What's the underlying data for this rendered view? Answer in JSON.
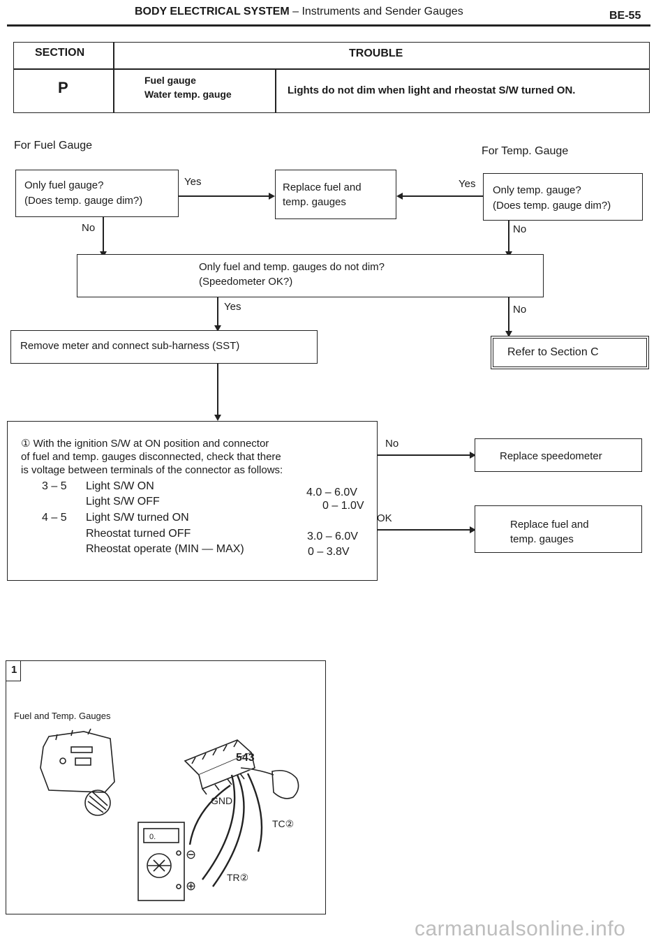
{
  "header": {
    "title_bold": "BODY ELECTRICAL SYSTEM",
    "title_rest": " – Instruments and Sender Gauges",
    "page_code": "BE-55"
  },
  "trouble_table": {
    "section_header": "SECTION",
    "trouble_header": "TROUBLE",
    "section_value": "P",
    "gauge_line1": "Fuel gauge",
    "gauge_line2": "Water temp. gauge",
    "symptom": "Lights do not dim when light and rheostat S/W turned ON."
  },
  "flow": {
    "fuel_heading": "For Fuel Gauge",
    "temp_heading": "For Temp. Gauge",
    "q_fuel_line1": "Only fuel gauge?",
    "q_fuel_line2": "(Does temp. gauge dim?)",
    "replace_gauges_line1": "Replace fuel and",
    "replace_gauges_line2": "temp. gauges",
    "q_temp_line1": "Only temp. gauge?",
    "q_temp_line2": "(Does temp. gauge dim?)",
    "yes": "Yes",
    "no": "No",
    "ok": "OK",
    "q_both_line1": "Only fuel and temp. gauges do not dim?",
    "q_both_line2": "(Speedometer OK?)",
    "remove_meter": "Remove meter and connect sub-harness (SST)",
    "refer_section": "Refer to Section C",
    "replace_speedometer": "Replace speedometer",
    "replace_fuel_temp_line1": "Replace fuel and",
    "replace_fuel_temp_line2": "temp. gauges"
  },
  "check": {
    "step_marker": "①",
    "line1": "With the ignition S/W at ON position and connector",
    "line2": "of fuel and temp. gauges disconnected, check that there",
    "line3": "is voltage between terminals of the connector as follows:",
    "rows": [
      {
        "terminal": "3 – 5",
        "condition": "Light S/W ON",
        "value": "4.0 – 6.0V"
      },
      {
        "terminal": "",
        "condition": "Light S/W OFF",
        "value": "0 – 1.0V"
      },
      {
        "terminal": "4 – 5",
        "condition": "Light S/W turned ON",
        "value": ""
      },
      {
        "terminal": "",
        "condition": "Rheostat turned OFF",
        "value": "3.0 – 6.0V"
      },
      {
        "terminal": "",
        "condition": "Rheostat operate (MIN — MAX)",
        "value": "0 – 3.8V"
      }
    ]
  },
  "figure": {
    "number": "1",
    "caption": "Fuel and Temp. Gauges",
    "label_terminals": "543",
    "label_gnd": "GND",
    "label_tc": "TC②",
    "label_tr": "TR②",
    "label_minus": "⊖",
    "label_plus": "⊕",
    "meter_display": "0."
  },
  "watermark": "carmanualsonline.info"
}
